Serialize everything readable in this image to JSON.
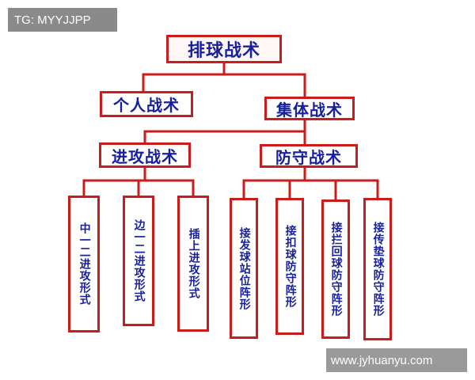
{
  "watermarks": {
    "top_left": "TG: MYYJJPP",
    "bottom_right": "www.jyhuanyu.com"
  },
  "diagram": {
    "root": "排球战术",
    "individual": "个人战术",
    "collective": "集体战术",
    "offense": "进攻战术",
    "defense": "防守战术",
    "offense_forms": [
      "中一二进攻形式",
      "边一二进攻形式",
      "插上进攻形式"
    ],
    "defense_forms": [
      "接发球站位阵形",
      "接扣球防守阵形",
      "接拦回球防守阵形",
      "接传垫球防守阵形"
    ]
  },
  "colors": {
    "border": "#cc1b1b",
    "line": "#cc1b1b",
    "text": "#17209c"
  }
}
